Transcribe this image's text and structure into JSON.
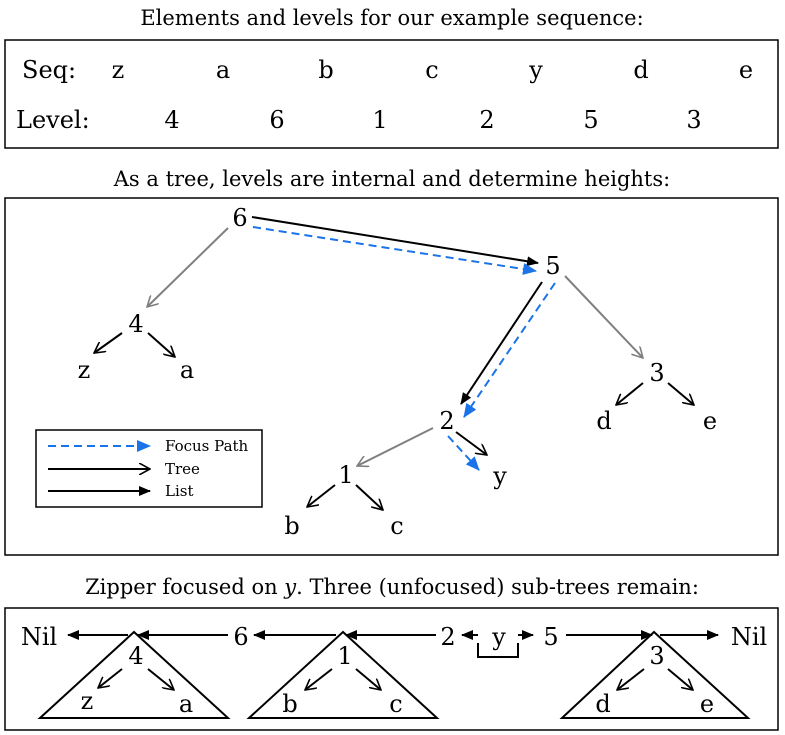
{
  "captions": {
    "top": "Elements and levels for our example sequence:",
    "middle": "As a tree, levels are internal and determine heights:",
    "bottom_pre": "Zipper focused on ",
    "bottom_var": "y",
    "bottom_post": ". Three (unfocused) sub-trees remain:"
  },
  "table": {
    "seq_label": "Seq:",
    "level_label": "Level:",
    "seq": [
      "z",
      "a",
      "b",
      "c",
      "y",
      "d",
      "e"
    ],
    "levels": [
      "4",
      "6",
      "1",
      "2",
      "5",
      "3"
    ]
  },
  "tree": {
    "levels": {
      "root": "6",
      "right": "5",
      "focus_parent": "2",
      "left_subtree": "4",
      "right_subtree": "3",
      "mid_subtree": "1"
    },
    "leaves": {
      "z": "z",
      "a": "a",
      "b": "b",
      "c": "c",
      "y": "y",
      "d": "d",
      "e": "e"
    },
    "legend": {
      "focus": "Focus Path",
      "tree": "Tree",
      "list": "List"
    }
  },
  "zipper": {
    "nil_left": "Nil",
    "nil_right": "Nil",
    "level_6": "6",
    "level_2": "2",
    "level_5": "5",
    "focus": "y",
    "tri1": {
      "root": "4",
      "left": "z",
      "right": "a"
    },
    "tri2": {
      "root": "1",
      "left": "b",
      "right": "c"
    },
    "tri3": {
      "root": "3",
      "left": "d",
      "right": "e"
    }
  },
  "colors": {
    "focus": "#1a73e8",
    "tree": "#808080",
    "list": "#000000"
  }
}
